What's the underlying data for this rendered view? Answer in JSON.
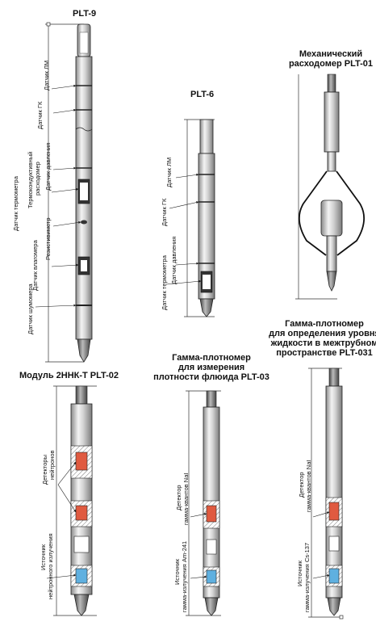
{
  "colors": {
    "tool_body": "#c9c9c9",
    "tool_dark": "#6f6f6f",
    "outline": "#222222",
    "neutron_detector": "#e05a40",
    "neutron_source": "#5fb0e0",
    "gamma_detector": "#e05a40",
    "gamma_source": "#5fb0e0"
  },
  "tools": {
    "plt9": {
      "title": "PLT-9",
      "labels": {
        "lm": "Датчик ЛМ",
        "gk": "Датчик ГК",
        "pressure": "Датчик давления",
        "thermo_line1": "Датчик термометра",
        "thermo_line2": "Термокондуктивный",
        "thermo_line3": "расходомер",
        "resist": "Резистивиметр",
        "moisture": "Датчик влагомера",
        "noise": "Датчик шумомера"
      }
    },
    "plt6": {
      "title": "PLT-6",
      "labels": {
        "lm": "Датчик ЛМ",
        "gk": "Датчик ГК",
        "pressure": "Датчик давления",
        "thermo": "Датчик термометра"
      }
    },
    "plt01": {
      "title_line1": "Механический",
      "title_line2": "расходомер PLT-01"
    },
    "plt02": {
      "title": "Модуль 2ННК-Т  PLT-02",
      "labels": {
        "detectors_line1": "Детекторы",
        "detectors_line2": "нейтронов",
        "source_line1": "Источник",
        "source_line2": "нейтронного излучения"
      }
    },
    "plt03": {
      "title_line1": "Гамма-плотномер",
      "title_line2": "для измерения",
      "title_line3": "плотности флюида PLT-03",
      "labels": {
        "detector_line1": "Детектор",
        "detector_line2": "гамма-квантов NaI",
        "source_line1": "Источник",
        "source_line2": "гамма-излучения Am-241"
      }
    },
    "plt031": {
      "title_line1": "Гамма-плотномер",
      "title_line2": "для определения уровня",
      "title_line3": "жидкости в межтрубном",
      "title_line4": "пространстве PLT-031",
      "labels": {
        "detector_line1": "Детектор",
        "detector_line2": "гамма-квантов NaI",
        "source_line1": "Источник",
        "source_line2": "гамма-излучения Cs-137"
      }
    }
  }
}
